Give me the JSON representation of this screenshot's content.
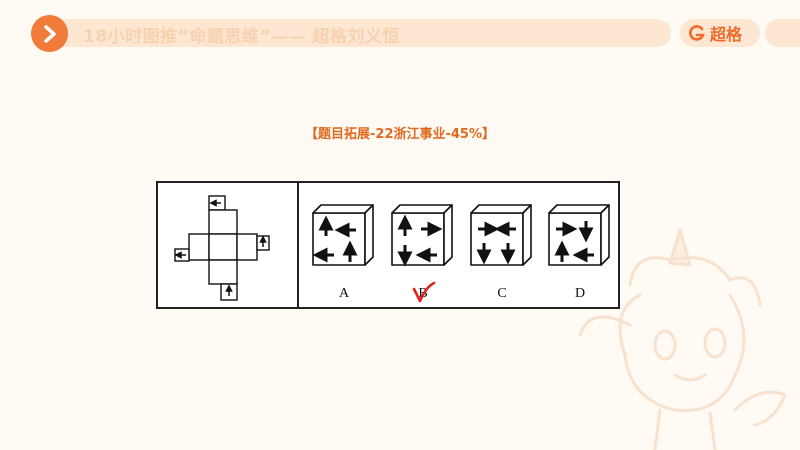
{
  "header": {
    "title": "18小时图推“命题思维”—— 超格刘义恒",
    "brand": "超格"
  },
  "subtitle": "【题目拓展-22浙江事业-45%】",
  "options": [
    {
      "label": "A"
    },
    {
      "label": "B"
    },
    {
      "label": "C"
    },
    {
      "label": "D"
    }
  ],
  "colors": {
    "accent": "#f17b3a",
    "header_bg": "#fde7d3",
    "check": "#e0201b"
  },
  "icons": [
    "arrow-right-icon",
    "brand-logo-icon",
    "check-mark-icon",
    "mascot-icon"
  ]
}
